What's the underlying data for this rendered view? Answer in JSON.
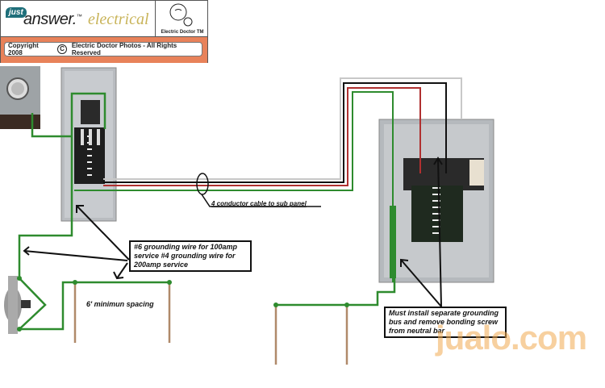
{
  "header": {
    "brand_just": "just",
    "brand_answer": "answer.",
    "brand_tm": "™",
    "brand_electrical": "electrical",
    "doctor_label": "Electric Doctor TM",
    "copyright_year": "Copyright 2008",
    "copyright_symbol": "C",
    "copyright_text": "Electric Doctor Photos - All Rights Reserved"
  },
  "labels": {
    "cable": "4 conductor cable to sub panel",
    "grounding_wire": [
      "#6 grounding wire for 100amp",
      "service  #4 grounding wire for",
      "200amp service"
    ],
    "spacing": "6' minimun spacing",
    "subpanel_note": [
      "Must install separate grounding",
      "bus and remove bonding screw",
      "from neutral bar"
    ]
  },
  "watermark": "jualo.com",
  "colors": {
    "ground_wire": "#2e8b2e",
    "hot_black": "#111111",
    "hot_red": "#b03030",
    "neutral_white": "#c8c8c8",
    "panel_gray": "#a9adb2",
    "rod_copper": "#b08a6a",
    "header_band": "#e8825a"
  }
}
